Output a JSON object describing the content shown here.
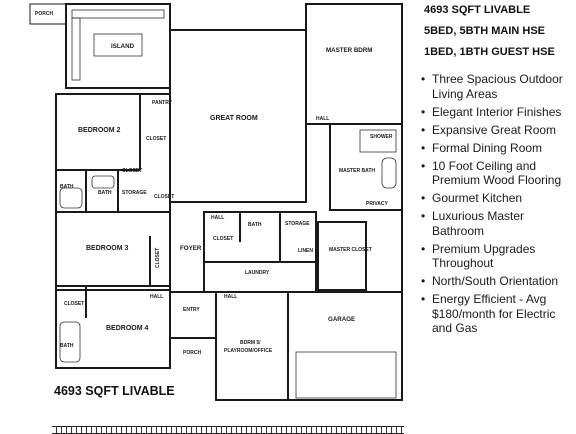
{
  "stats": {
    "sqft": "4693 SQFT LIVABLE",
    "main_house": "5BED, 5BTH MAIN HSE",
    "guest_house": "1BED, 1BTH GUEST HSE"
  },
  "features": [
    "Three Spacious Outdoor Living Areas",
    "Elegant Interior Finishes",
    "Expansive Great Room",
    "Formal Dining Room",
    "10 Foot Ceiling and Premium Wood Flooring",
    "Gourmet Kitchen",
    "Luxurious Master Bathroom",
    "Premium Upgrades Throughout",
    "North/South Orientation",
    "Energy Efficient - Avg $180/month for Electric and Gas"
  ],
  "bullet": "•",
  "bottom_caption": "4693 SQFT LIVABLE",
  "rooms": {
    "porch_top": "PORCH",
    "island": "ISLAND",
    "pantry": "PANTRY",
    "bedroom2": "BEDROOM 2",
    "closet_b2": "CLOSET",
    "closet_mid": "CLOSET",
    "bath_left": "BATH",
    "bath_mid": "BATH",
    "storage_left": "STORAGE",
    "closet_hall": "CLOSET",
    "bedroom3": "BEDROOM 3",
    "closet_b3": "CLOSET",
    "foyer": "FOYER",
    "great_room": "GREAT ROOM",
    "master_bdrm": "MASTER BDRM",
    "hall_master": "HALL",
    "shower": "SHOWER",
    "master_bath": "MASTER BATH",
    "privacy": "PRIVACY",
    "hall_center": "HALL",
    "closet_center": "CLOSET",
    "bath_center": "BATH",
    "storage_center": "STORAGE",
    "linen": "LINEN",
    "master_closet": "MASTER CLOSET",
    "laundry": "LAUNDRY",
    "closet_b4": "CLOSET",
    "hall_left": "HALL",
    "hall_right": "HALL",
    "bedroom4": "BEDROOM 4",
    "entry": "ENTRY",
    "bath_b4": "BATH",
    "porch_bottom": "PORCH",
    "bdrm5_line1": "BDRM 5/",
    "bdrm5_line2": "PLAYROOM/OFFICE",
    "garage": "GARAGE"
  }
}
